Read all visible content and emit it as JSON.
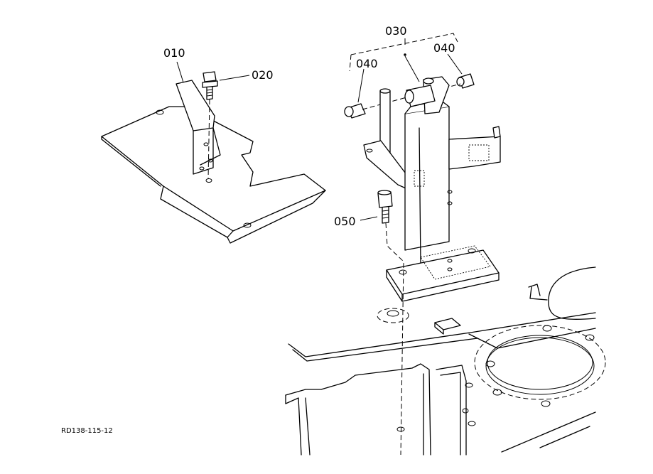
{
  "callouts": {
    "p010": "010",
    "p020": "020",
    "p030": "030",
    "p040_left": "040",
    "p040_right": "040",
    "p050": "050"
  },
  "reference_code": "RD138-115-12"
}
